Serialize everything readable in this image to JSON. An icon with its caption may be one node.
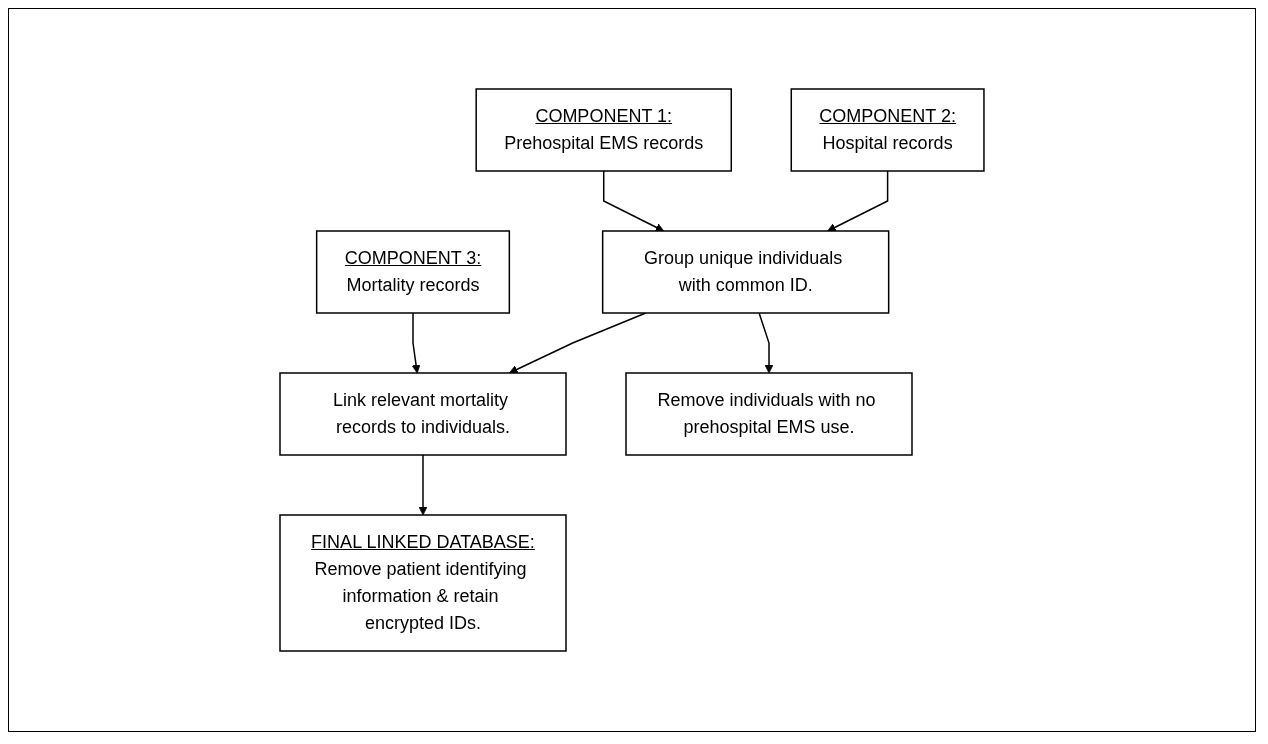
{
  "diagram": {
    "nodes": [
      {
        "text": [
          "COMPONENT 1:",
          "Prehospital EMS records"
        ]
      },
      {
        "text": [
          "COMPONENT 2:",
          "Hospital records"
        ]
      },
      {
        "text": [
          "COMPONENT 3:",
          "Mortality records"
        ]
      },
      {
        "text": [
          "Group unique individuals with common ID."
        ]
      },
      {
        "text": [
          "Link relevant mortality records to individuals."
        ]
      },
      {
        "text": [
          "Remove individuals with no prehospital EMS use."
        ]
      },
      {
        "text": [
          "FINAL LINKED DATABASE:",
          "Remove patient identifying information & retain encrypted IDs."
        ]
      }
    ],
    "edges": [
      {
        "from": 0,
        "to": 3,
        "arrow": "to"
      },
      {
        "from": 1,
        "to": 3,
        "arrow": "to"
      },
      {
        "from": 2,
        "to": 4,
        "arrow": "to"
      },
      {
        "from": 3,
        "to": 4,
        "arrow": "to"
      },
      {
        "from": 3,
        "to": 5,
        "arrow": "to"
      },
      {
        "from": 4,
        "to": 6,
        "arrow": "to"
      }
    ]
  }
}
